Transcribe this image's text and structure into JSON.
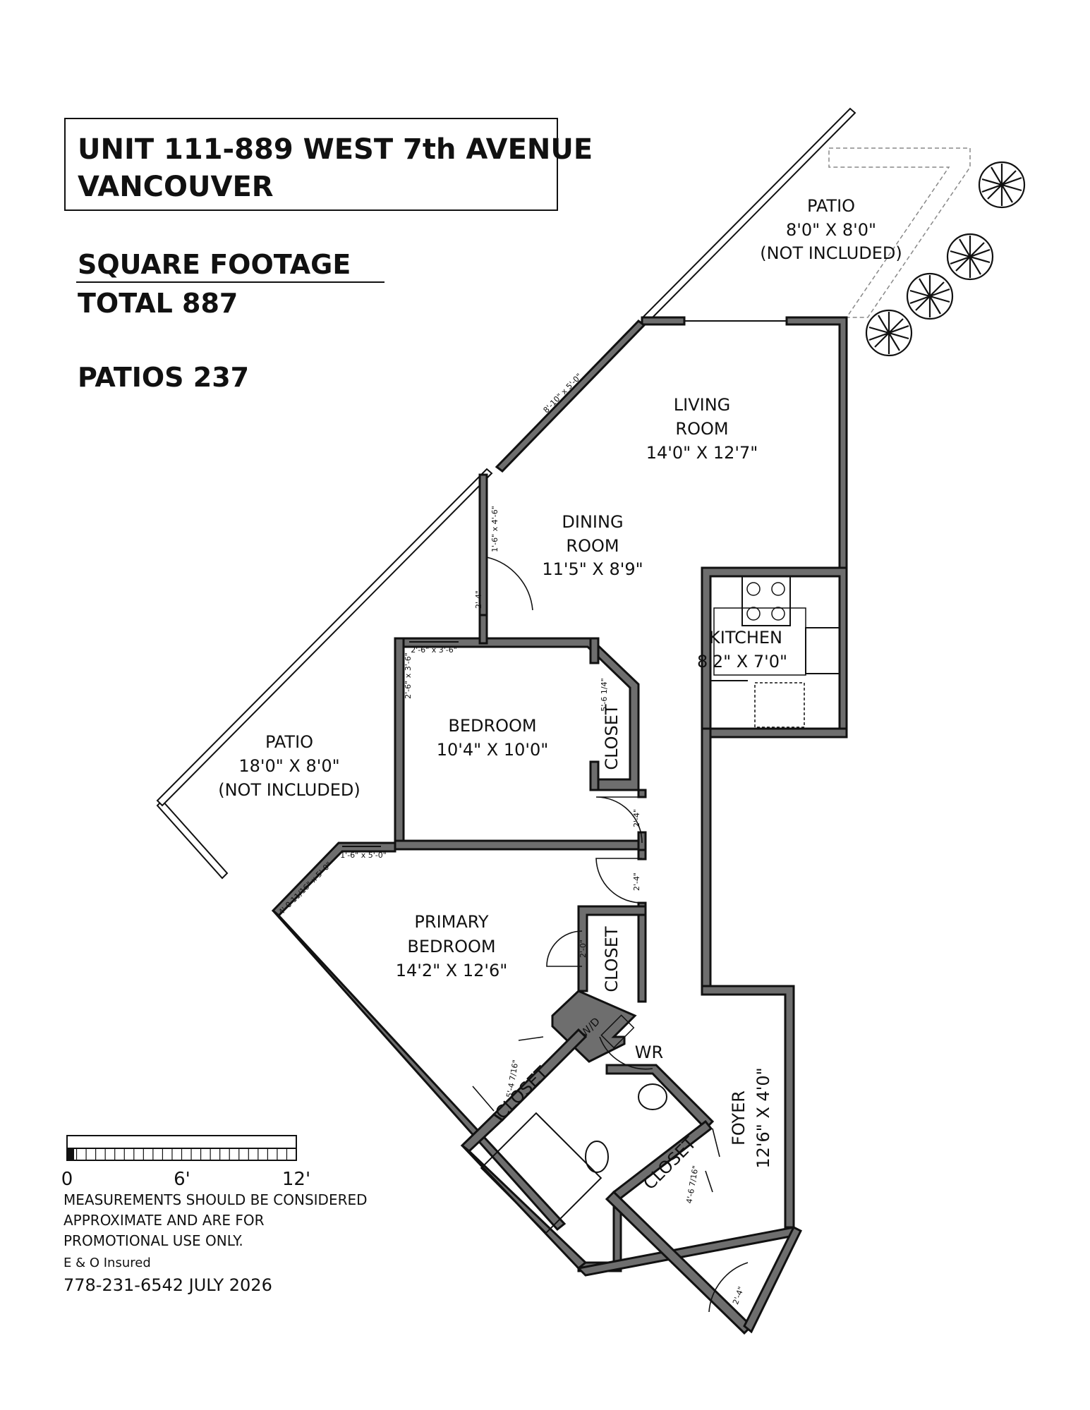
{
  "title": {
    "line1": "UNIT 111-889 WEST 7th AVENUE",
    "line2": "VANCOUVER"
  },
  "square_footage": {
    "heading": "SQUARE FOOTAGE",
    "total": "TOTAL 887",
    "patios": "PATIOS 237"
  },
  "rooms": {
    "patio_top": {
      "name": "PATIO",
      "size": "8'0\" X 8'0\"",
      "note": "(NOT INCLUDED)"
    },
    "living": {
      "name1": "LIVING",
      "name2": "ROOM",
      "size": "14'0\" X 12'7\""
    },
    "dining": {
      "name1": "DINING",
      "name2": "ROOM",
      "size": "11'5\" X 8'9\""
    },
    "kitchen": {
      "name": "KITCHEN",
      "size": "8'2\" X 7'0\""
    },
    "bedroom": {
      "name": "BEDROOM",
      "size": "10'4\" X 10'0\""
    },
    "patio_left": {
      "name": "PATIO",
      "size": "18'0\" X 8'0\"",
      "note": "(NOT INCLUDED)"
    },
    "primary": {
      "name1": "PRIMARY",
      "name2": "BEDROOM",
      "size": "14'2\" X 12'6\""
    },
    "closet_label": "CLOSET",
    "wd_label": "W/D",
    "wr_label": "WR",
    "foyer": {
      "name": "FOYER",
      "size": "12'6\" X 4'0\""
    }
  },
  "small_labels": {
    "window_diag": "8'-10\" x 5'-0\"",
    "window_dining": "1'-6\" x 4'-6\"",
    "door_dining": "2'-4\"",
    "window_bed_top": "2'-6\" x 3'-6\"",
    "window_bed_left": "2'-6\" x 3'-6\"",
    "closet_bed": "5'-6 1/4\"",
    "door_bed": "2'-4\"",
    "door_primary": "2'-4\"",
    "window_primary_a": "4'-0 11/16\" x 5'-0\"",
    "window_primary_b": "1'-6\" x 5'-0\"",
    "door_closet_primary": "2'-0\"",
    "closet_lower": "5'-4 7/16\"",
    "closet_foyer": "4'-6 7/16\"",
    "door_foyer": "2'-4\""
  },
  "scale": {
    "label0": "0",
    "label6": "6'",
    "label12": "12'"
  },
  "disclaimer": {
    "line1": "MEASUREMENTS SHOULD BE CONSIDERED",
    "line2": "APPROXIMATE AND ARE FOR",
    "line3": "PROMOTIONAL USE ONLY.",
    "line4": "E & O Insured",
    "line5": "778-231-6542  JULY 2026"
  }
}
